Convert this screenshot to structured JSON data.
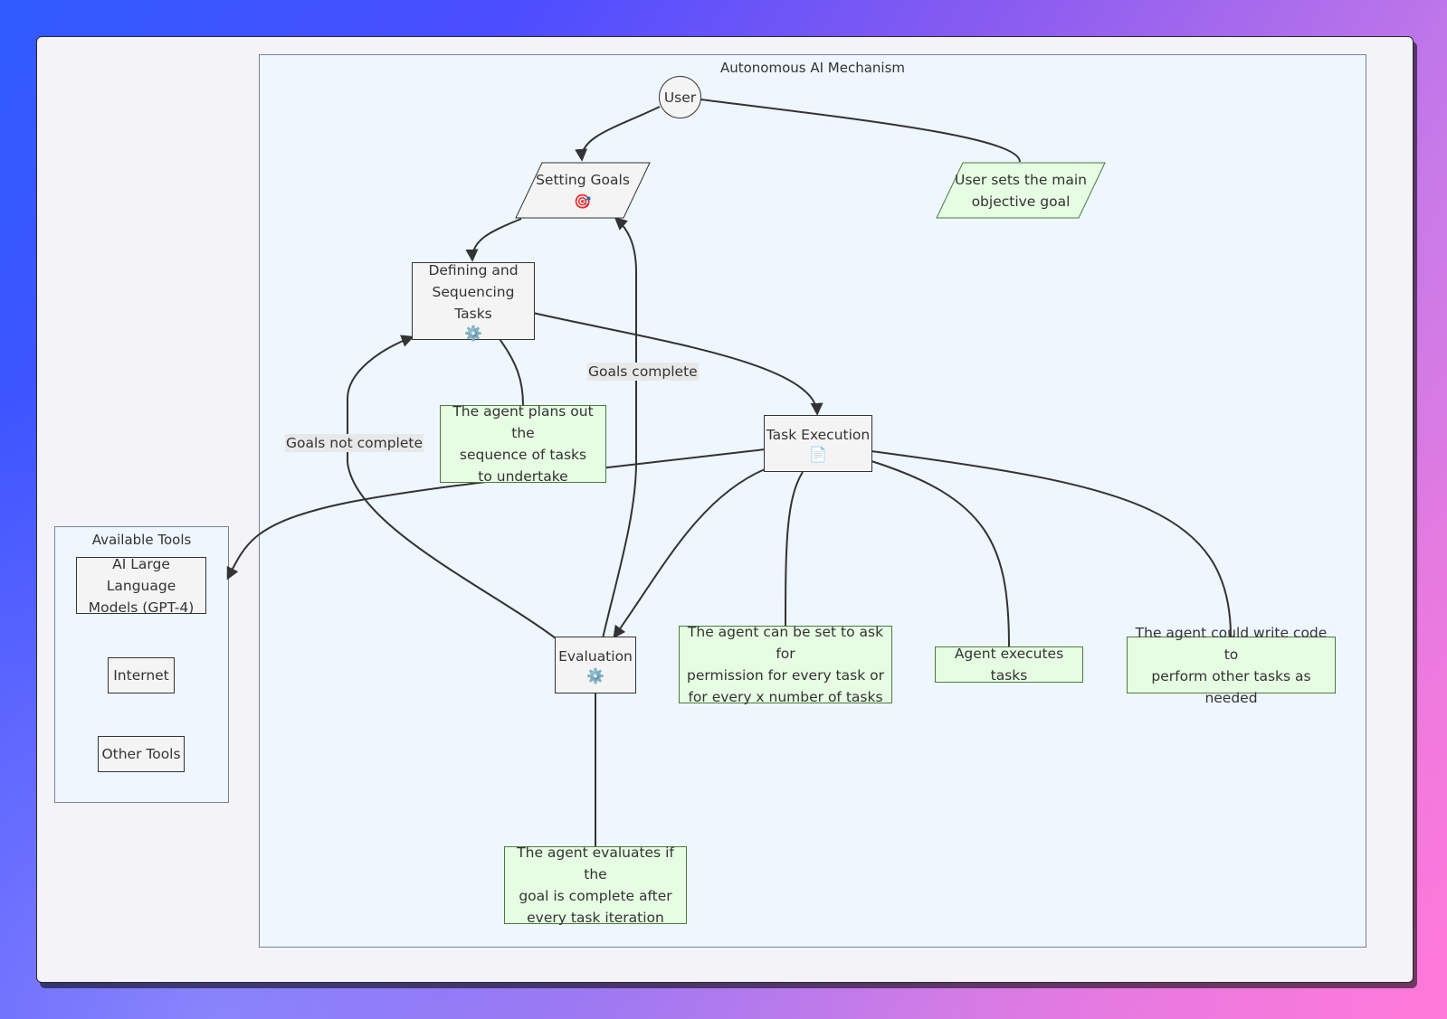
{
  "diagram": {
    "main_cluster_title": "Autonomous AI Mechanism",
    "tools_cluster_title": "Available Tools",
    "nodes": {
      "user": "User",
      "setting_goals": "Setting Goals",
      "setting_goals_icon": "🎯",
      "user_note": "User sets the main\nobjective goal",
      "defining_tasks": "Defining and\nSequencing Tasks",
      "defining_tasks_icon": "⚙️",
      "plan_note": "The agent plans out the\nsequence of tasks\nto undertake",
      "task_execution": "Task Execution",
      "task_execution_icon": "📄",
      "evaluation": "Evaluation",
      "evaluation_icon": "⚙️",
      "permission_note": "The agent can be set to ask for\npermission for every task or\nfor every x number of tasks",
      "executes_note": "Agent executes tasks",
      "code_note": "The agent could write code to\nperform other tasks as needed",
      "evaluate_note": "The agent evaluates if the\ngoal is complete after\nevery task iteration",
      "tool_llm": "AI Large Language\nModels (GPT-4)",
      "tool_internet": "Internet",
      "tool_other": "Other Tools"
    },
    "edge_labels": {
      "goals_complete": "Goals complete",
      "goals_not_complete": "Goals not complete"
    }
  },
  "colors": {
    "note_fill": "#e6fde3",
    "cluster_fill": "#eef6fe",
    "node_fill": "#f4f4f4",
    "edge": "#333333"
  }
}
